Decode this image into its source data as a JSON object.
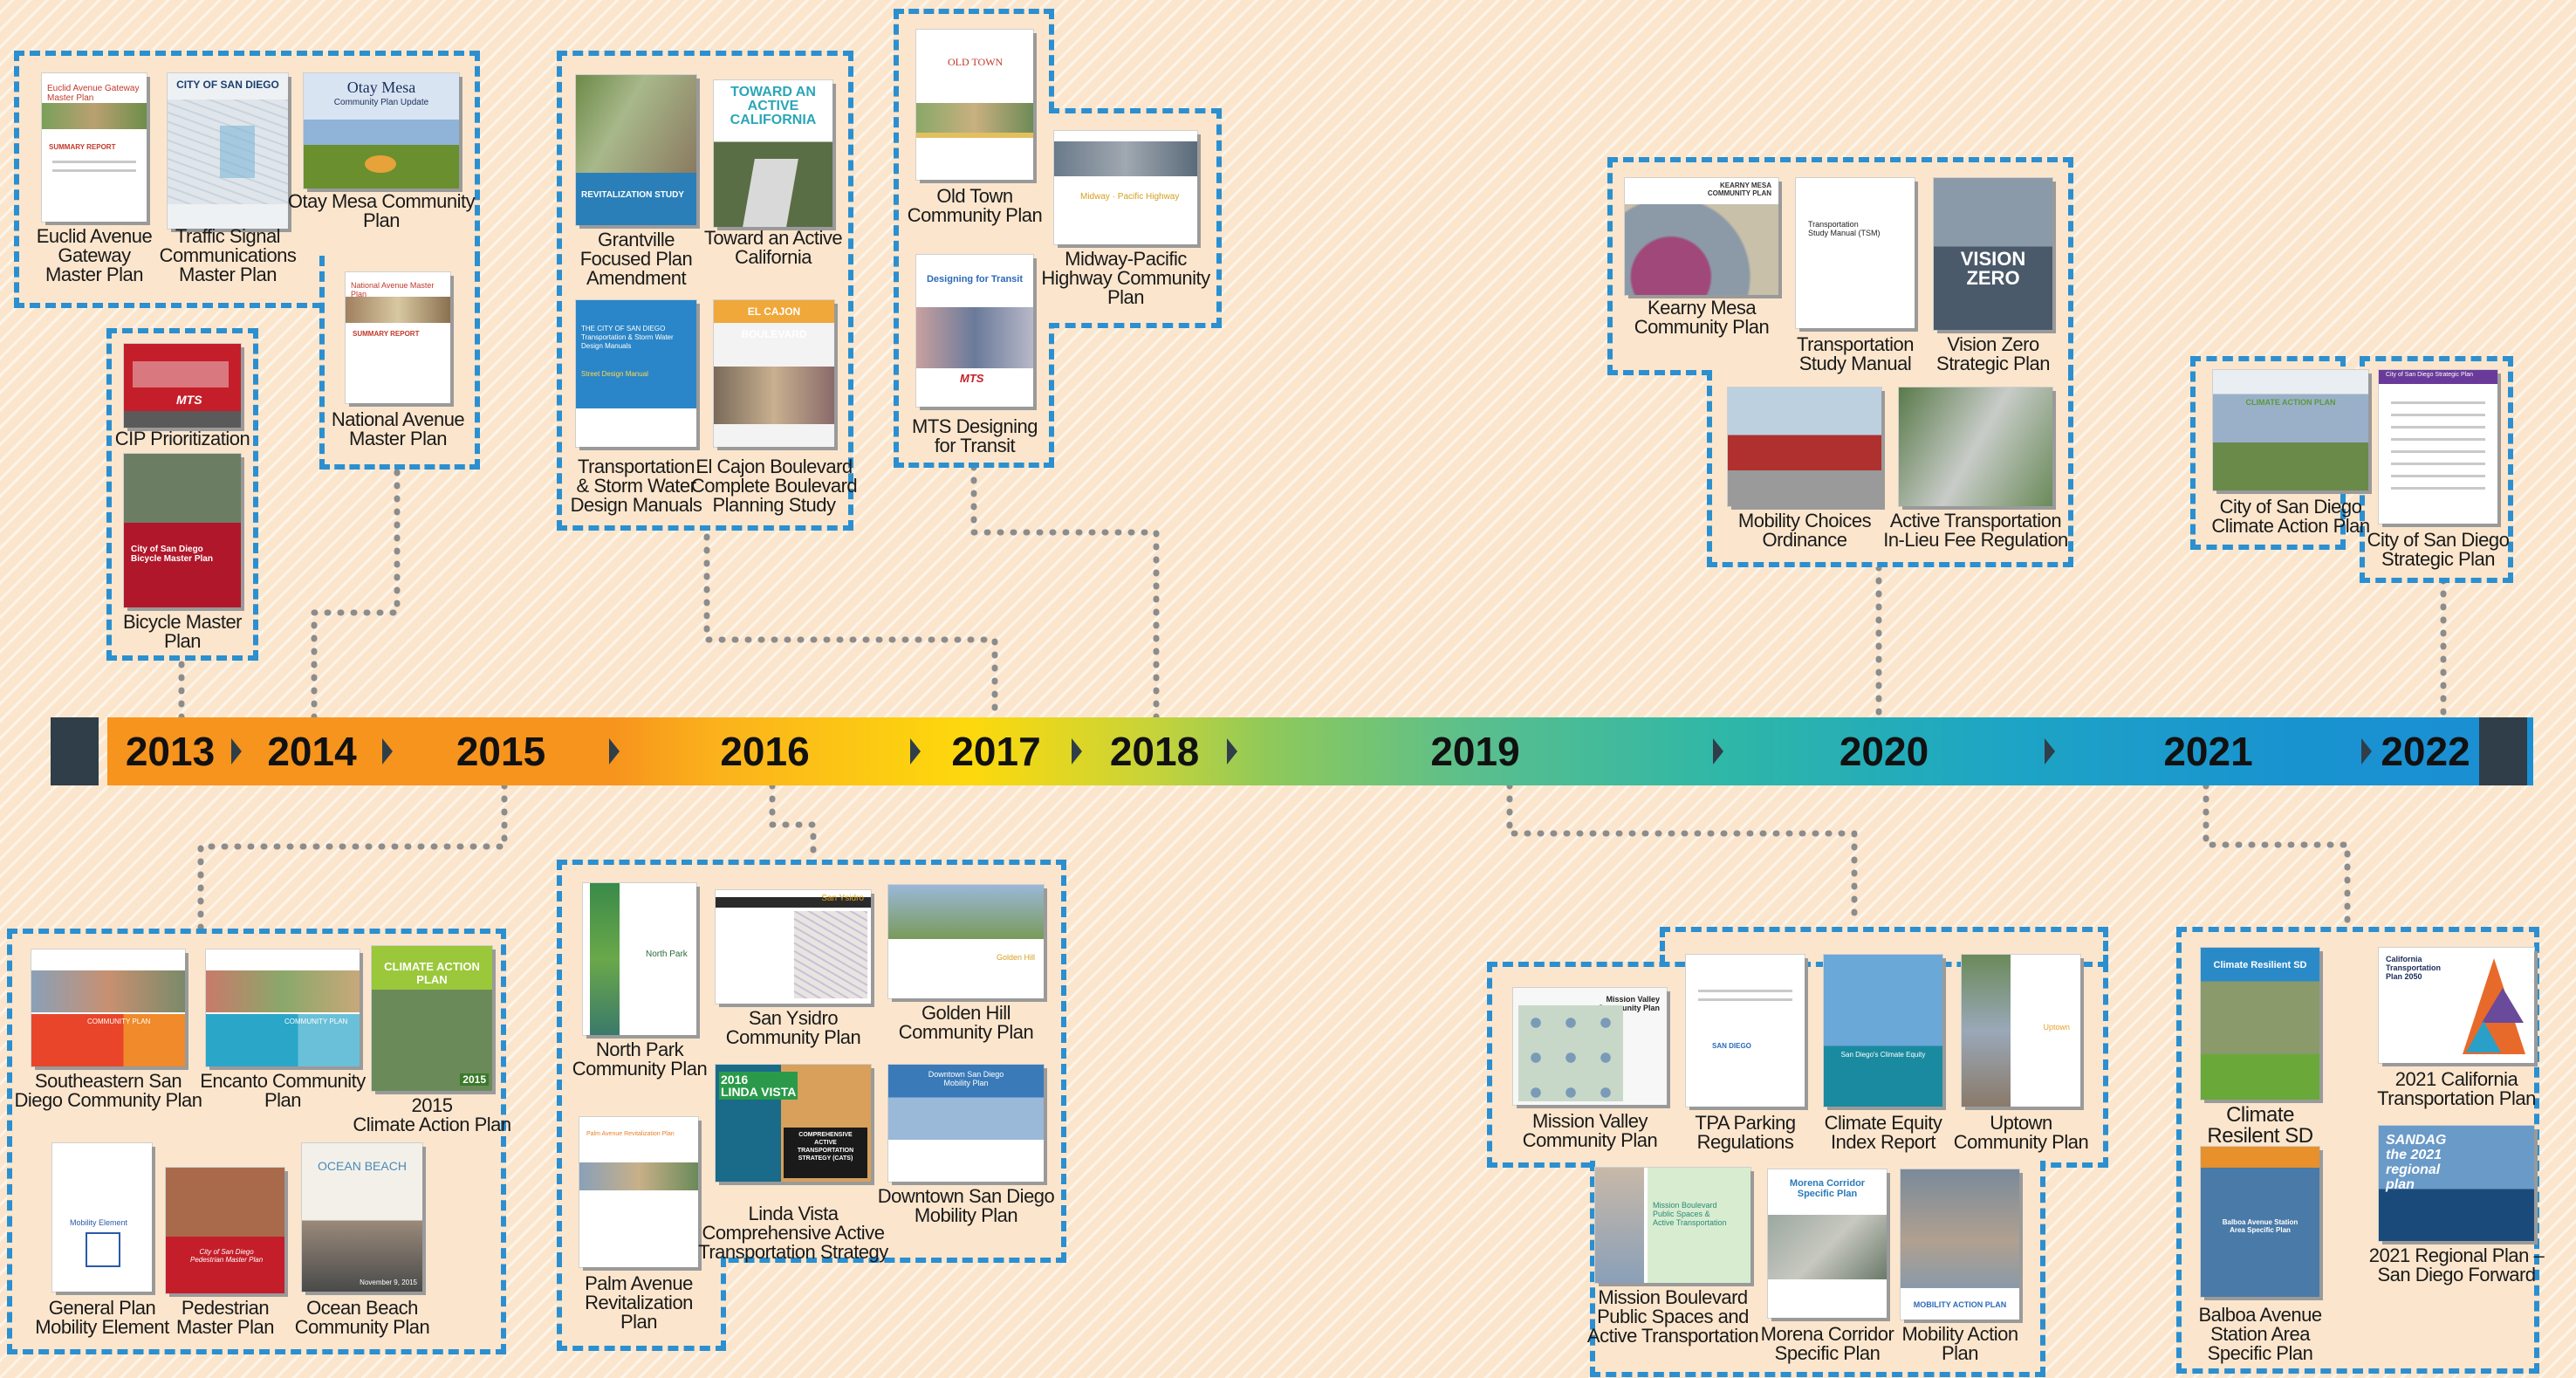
{
  "timeline": {
    "years": [
      "2013",
      "2014",
      "2015",
      "2016",
      "2017",
      "2018",
      "2019",
      "2020",
      "2021",
      "2022"
    ]
  },
  "documents": {
    "euclid": {
      "label": "Euclid Avenue\nGateway\nMaster Plan",
      "cover_title": "Euclid Avenue Gateway Master Plan",
      "cover_sub": "SUMMARY REPORT"
    },
    "traffic": {
      "label": "Traffic Signal\nCommunications\nMaster Plan",
      "cover_title": "CITY OF SAN DIEGO"
    },
    "otay": {
      "label": "Otay Mesa Community\nPlan",
      "cover_title": "Otay Mesa",
      "cover_sub": "Community Plan Update"
    },
    "national": {
      "label": "National Avenue\nMaster Plan",
      "cover_title": "National Avenue Master Plan",
      "cover_sub": "SUMMARY REPORT"
    },
    "cip": {
      "label": "CIP Prioritization"
    },
    "bicycle": {
      "label": "Bicycle Master\nPlan",
      "cover_title": "City of San Diego\nBicycle Master Plan"
    },
    "grantville": {
      "label": "Grantville\nFocused Plan\nAmendment",
      "cover_title": "REVITALIZATION STUDY"
    },
    "active_ca": {
      "label": "Toward an Active\nCalifornia",
      "cover_title": "TOWARD AN\nACTIVE\nCALIFORNIA"
    },
    "storm": {
      "label": "Transportation\n& Storm Water\nDesign Manuals",
      "cover_title": "THE CITY OF SAN DIEGO\nTransportation & Storm Water\nDesign Manuals",
      "cover_sub": "Street Design Manual"
    },
    "elcajon": {
      "label": "El Cajon Boulevard\nComplete Boulevard\nPlanning Study",
      "cover_title": "EL CAJON BOULEVARD"
    },
    "oldtown": {
      "label": "Old Town\nCommunity Plan",
      "cover_title": "OLD TOWN"
    },
    "midway": {
      "label": "Midway-Pacific\nHighway Community\nPlan",
      "cover_title": "Midway · Pacific Highway"
    },
    "mts": {
      "label": "MTS Designing\nfor Transit",
      "cover_title": "Designing for Transit",
      "cover_sub": "MTS"
    },
    "kearny": {
      "label": "Kearny Mesa\nCommunity Plan",
      "cover_title": "KEARNY MESA\nCOMMUNITY PLAN"
    },
    "tsm": {
      "label": "Transportation\nStudy Manual",
      "cover_title": "Transportation\nStudy Manual (TSM)"
    },
    "visionzero": {
      "label": "Vision Zero\nStrategic Plan",
      "cover_title": "VISION\nZERO"
    },
    "mobility_choices": {
      "label": "Mobility Choices\nOrdinance"
    },
    "active_fee": {
      "label": "Active Transportation\nIn-Lieu Fee Regulation"
    },
    "cap2020": {
      "label": "City of San Diego\nClimate Action Plan",
      "cover_title": "CLIMATE ACTION PLAN"
    },
    "strategic": {
      "label": "City of San Diego\nStrategic Plan",
      "cover_title": "City of San Diego Strategic Plan"
    },
    "southeastern": {
      "label": "Southeastern San\nDiego Community Plan",
      "cover_title": "COMMUNITY PLAN"
    },
    "encanto": {
      "label": "Encanto Community\nPlan",
      "cover_title": "COMMUNITY PLAN"
    },
    "cap2015": {
      "label": "2015\nClimate Action Plan",
      "cover_title": "CLIMATE ACTION PLAN",
      "cover_sub": "2015"
    },
    "general": {
      "label": "General Plan\nMobility Element",
      "cover_title": "Mobility Element"
    },
    "pedestrian": {
      "label": "Pedestrian\nMaster Plan",
      "cover_title": "City of San Diego\nPedestrian Master Plan"
    },
    "oceanbeach": {
      "label": "Ocean Beach\nCommunity Plan",
      "cover_title": "OCEAN BEACH",
      "cover_sub": "November 9, 2015"
    },
    "northpark": {
      "label": "North Park\nCommunity Plan",
      "cover_title": "North Park"
    },
    "sanysidro": {
      "label": "San Ysidro\nCommunity Plan",
      "cover_title": "San Ysidro"
    },
    "goldenhill": {
      "label": "Golden Hill\nCommunity Plan",
      "cover_title": "Golden Hill"
    },
    "palm": {
      "label": "Palm Avenue\nRevitalization\nPlan",
      "cover_title": "Palm Avenue Revitalization Plan"
    },
    "lindavista": {
      "label": "Linda Vista\nComprehensive Active\nTransportation Strategy",
      "cover_title": "2016\nLINDA VISTA",
      "cover_sub": "COMPREHENSIVE\nACTIVE\nTRANSPORTATION\nSTRATEGY (CATS)"
    },
    "downtown": {
      "label": "Downtown San Diego\nMobility Plan",
      "cover_title": "Downtown San Diego\nMobility Plan"
    },
    "missionvalley": {
      "label": "Mission Valley\nCommunity Plan",
      "cover_title": "Mission Valley\nCommunity Plan"
    },
    "tpa": {
      "label": "TPA Parking\nRegulations"
    },
    "climate_equity": {
      "label": "Climate Equity\nIndex Report",
      "cover_title": "San Diego's Climate Equity"
    },
    "uptown": {
      "label": "Uptown\nCommunity Plan",
      "cover_title": "Uptown"
    },
    "missionblvd": {
      "label": "Mission Boulevard\nPublic Spaces and\nActive Transportation",
      "cover_title": "Mission Boulevard\nPublic Spaces &\nActive Transportation"
    },
    "morena": {
      "label": "Morena Corridor\nSpecific Plan",
      "cover_title": "Morena Corridor\nSpecific Plan"
    },
    "mobility_action": {
      "label": "Mobility Action\nPlan",
      "cover_title": "MOBILITY ACTION PLAN"
    },
    "climate_resilient": {
      "label": "Climate\nResilent SD",
      "cover_title": "Climate Resilient SD"
    },
    "ca_transport": {
      "label": "2021 California\nTransportation Plan",
      "cover_title": "California\nTransportation\nPlan 2050"
    },
    "balboa": {
      "label": "Balboa Avenue\nStation Area\nSpecific Plan",
      "cover_title": "Balboa Avenue Station\nArea Specific Plan"
    },
    "regional": {
      "label": "2021 Regional Plan –\nSan Diego Forward",
      "cover_title": "SANDAG\nthe 2021\nregional\nplan"
    }
  },
  "colors": {
    "dashed_border": "#2b8fd0",
    "connector": "#8c8c8c",
    "timeline_end": "#2f3e48",
    "background": "#fbe6cd"
  }
}
